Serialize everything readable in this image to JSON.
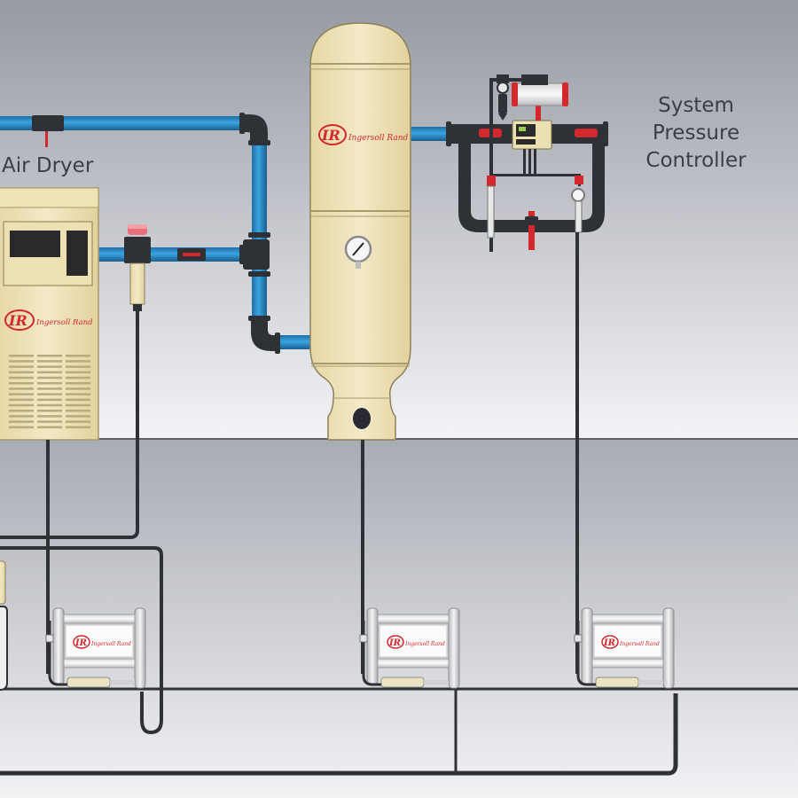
{
  "diagram": {
    "title": "Compressed air system with system pressure controller",
    "labels": {
      "air_dryer": "Air Dryer",
      "system_pressure_controller": [
        "System",
        "Pressure",
        "Controller"
      ]
    },
    "brand": {
      "logo_mark": "IR",
      "name": "Ingersoll Rand"
    },
    "components": [
      {
        "id": "air-dryer",
        "label": "Air Dryer",
        "brand": "Ingersoll Rand"
      },
      {
        "id": "air-receiver-tank",
        "label": "",
        "brand": "Ingersoll Rand"
      },
      {
        "id": "system-pressure-controller",
        "label": "System Pressure Controller"
      },
      {
        "id": "drain-valve",
        "label": ""
      },
      {
        "id": "compressor-1",
        "label": "",
        "brand": "Ingersoll Rand"
      },
      {
        "id": "compressor-2",
        "label": "",
        "brand": "Ingersoll Rand"
      },
      {
        "id": "compressor-3",
        "label": "",
        "brand": "Ingersoll Rand"
      }
    ],
    "colors": {
      "pipe_blue": "#2b8fd0",
      "pipe_dark": "#2e3136",
      "valve_red": "#d3282e",
      "equipment_beige": "#efe3b8",
      "background_top": "#9ea3ab",
      "background_bottom": "#eeeff1",
      "floor_line": "#6b6f75"
    }
  }
}
